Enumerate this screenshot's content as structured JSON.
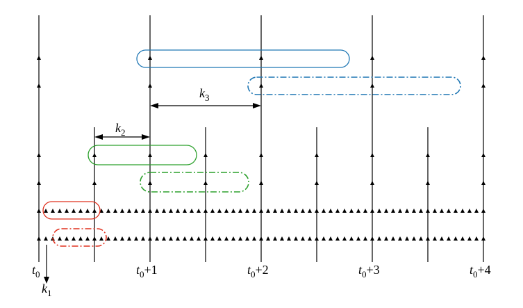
{
  "diagram": {
    "time_labels": [
      {
        "base": "t",
        "sub": "0",
        "suffix": ""
      },
      {
        "base": "t",
        "sub": "0",
        "suffix": "+1"
      },
      {
        "base": "t",
        "sub": "0",
        "suffix": "+2"
      },
      {
        "base": "t",
        "sub": "0",
        "suffix": "+3"
      },
      {
        "base": "t",
        "sub": "0",
        "suffix": "+4"
      }
    ],
    "interval_labels": [
      {
        "base": "k",
        "sub": "1"
      },
      {
        "base": "k",
        "sub": "2"
      },
      {
        "base": "k",
        "sub": "3"
      }
    ],
    "box_colors": {
      "red": "#e0301e",
      "green": "#2ca02c",
      "blue": "#1f77b4"
    }
  }
}
